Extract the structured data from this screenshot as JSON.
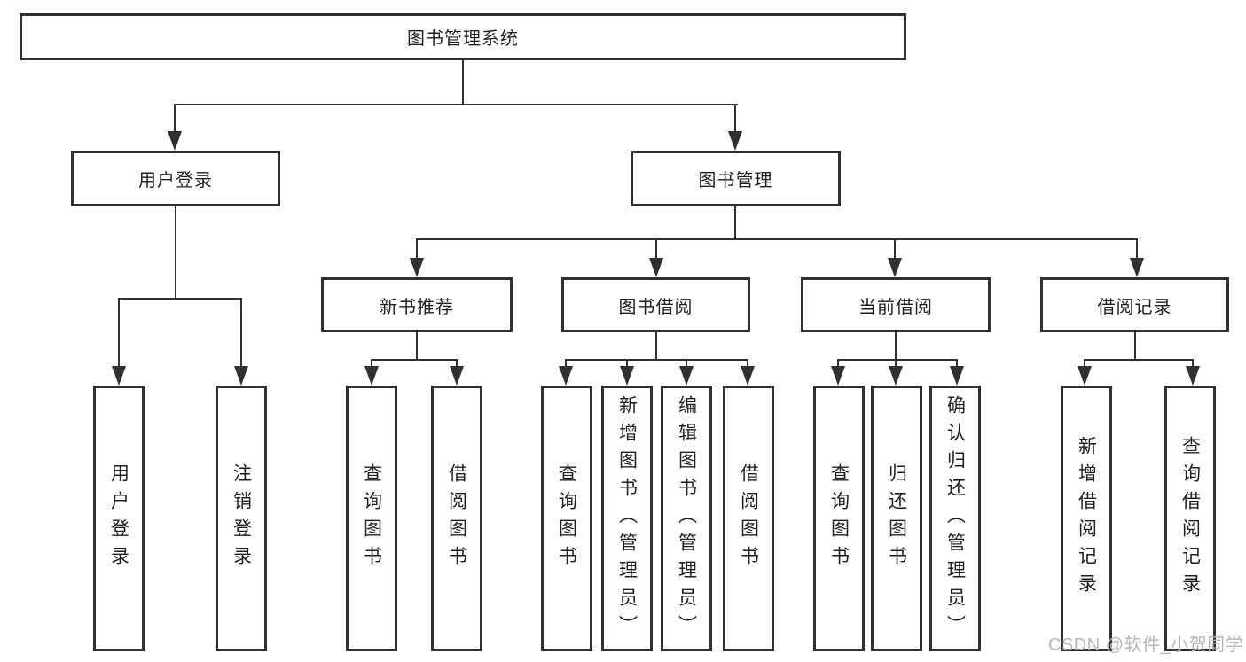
{
  "tree": {
    "label": "图书管理系统",
    "children": [
      {
        "label": "用户登录",
        "children": [
          {
            "label": "用户登录"
          },
          {
            "label": "注销登录"
          }
        ]
      },
      {
        "label": "图书管理",
        "children": [
          {
            "label": "新书推荐",
            "children": [
              {
                "label": "查询图书"
              },
              {
                "label": "借阅图书"
              }
            ]
          },
          {
            "label": "图书借阅",
            "children": [
              {
                "label": "查询图书"
              },
              {
                "label": "新增图书（管理员）"
              },
              {
                "label": "编辑图书（管理员）"
              },
              {
                "label": "借阅图书"
              }
            ]
          },
          {
            "label": "当前借阅",
            "children": [
              {
                "label": "查询图书"
              },
              {
                "label": "归还图书"
              },
              {
                "label": "确认归还（管理员）"
              }
            ]
          },
          {
            "label": "借阅记录",
            "children": [
              {
                "label": "新增借阅记录"
              },
              {
                "label": "查询借阅记录"
              }
            ]
          }
        ]
      }
    ]
  },
  "watermark": "CSDN @软件_小贺同学",
  "colors": {
    "line": "#303030",
    "text": "#1f1f1f",
    "background": "#ffffff",
    "watermark": "#b6b6b6"
  }
}
